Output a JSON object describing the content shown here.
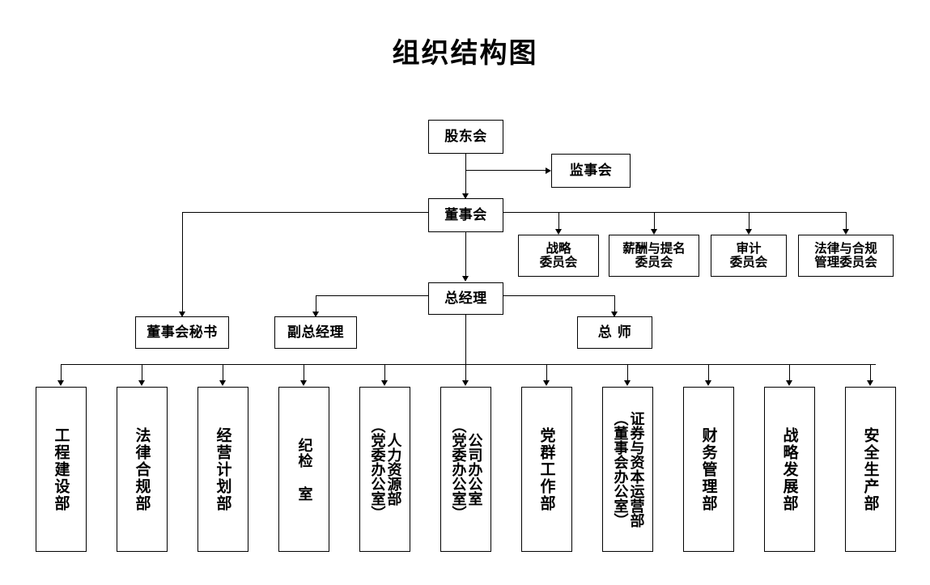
{
  "title": "组织结构图",
  "nodes": {
    "shareholders": "股东会",
    "supervisors": "监事会",
    "board": "董事会",
    "general_manager": "总经理",
    "board_secretary": "董事会秘书",
    "deputy_gm": "副总经理",
    "chief_engineer": "总 师"
  },
  "committees": [
    {
      "name": "战略委员会",
      "line1": "战略",
      "line2": "委员会"
    },
    {
      "name": "薪酬与提名委员会",
      "line1": "薪酬与提名",
      "line2": "委员会"
    },
    {
      "name": "审计委员会",
      "line1": "审计",
      "line2": "委员会"
    },
    {
      "name": "法律与合规管理委员会",
      "line1": "法律与合规",
      "line2": "管理委员会"
    }
  ],
  "departments": [
    {
      "main": "工程建设部",
      "alt": ""
    },
    {
      "main": "法律合规部",
      "alt": ""
    },
    {
      "main": "经营计划部",
      "alt": ""
    },
    {
      "main": "纪检 室",
      "alt": ""
    },
    {
      "main": "人力资源部",
      "alt": "（党委办公室）"
    },
    {
      "main": "公司办公室",
      "alt": "（党委办公室）"
    },
    {
      "main": "党群工作部",
      "alt": ""
    },
    {
      "main": "证券与资本运营部",
      "alt": "（董事会办公室）"
    },
    {
      "main": "财务管理部",
      "alt": ""
    },
    {
      "main": "战略发展部",
      "alt": ""
    },
    {
      "main": "安全生产部",
      "alt": ""
    }
  ],
  "colors": {
    "line": "#000000",
    "box_border": "#000000",
    "background": "#ffffff",
    "text": "#000000"
  }
}
